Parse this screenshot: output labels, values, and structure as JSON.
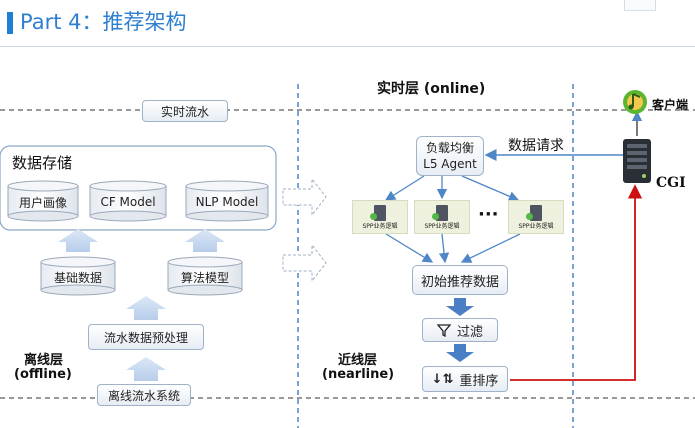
{
  "title": "Part 4：推荐架构",
  "online_layer_label": "实时层 (online)",
  "client_label": "客户端",
  "cgi_label": "CGI",
  "realtime_stream": "实时流水",
  "data_storage": {
    "title": "数据存储",
    "items": [
      "用户画像",
      "CF Model",
      "NLP Model"
    ]
  },
  "basic_data": "基础数据",
  "algorithm_model": "算法模型",
  "stream_preprocess": "流水数据预处理",
  "offline_stream_system": "离线流水系统",
  "offline_layer_label": [
    "离线层",
    "(offline)"
  ],
  "nearline_layer_label": [
    "近线层",
    "(nearline)"
  ],
  "load_balancer": [
    "负载均衡",
    "L5 Agent"
  ],
  "data_request": "数据请求",
  "spp_servers": [
    "SPP业务逻辑",
    "SPP业务逻辑",
    "SPP业务逻辑"
  ],
  "ellipsis": "···",
  "initial_recommend": "初始推荐数据",
  "filter": "过滤",
  "rerank": "重排序",
  "colors": {
    "accent": "#2e7fd0",
    "arrow_light": "#c9daf0",
    "red_line": "#cc1111",
    "blue_arrow": "#4f86c6"
  }
}
